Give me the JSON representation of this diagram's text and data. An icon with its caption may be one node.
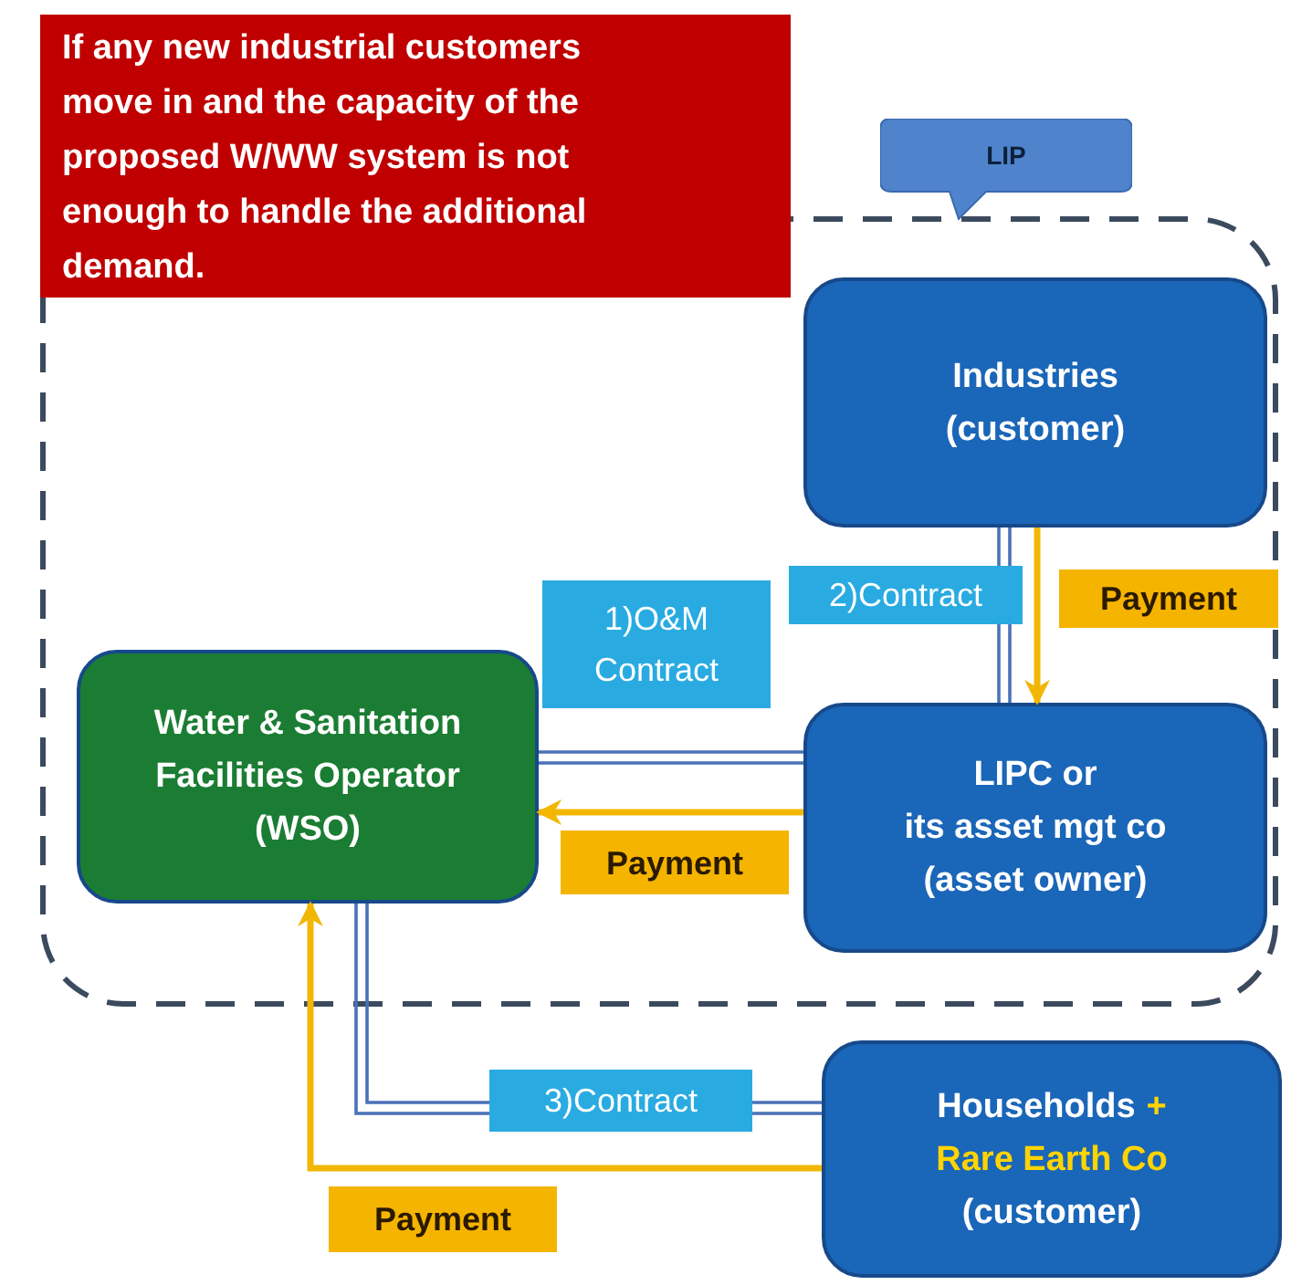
{
  "diagram": {
    "nodes": [
      {
        "text": [
          "If any new industrial customers move in and the capacity of the proposed W/WW system is not enough to handle the additional demand."
        ]
      },
      {
        "text": [
          "LIP"
        ]
      },
      {
        "text": [
          "Industries",
          "(customer)"
        ],
        "in": 1
      },
      {
        "text": [
          "Water & Sanitation Facilities Operator",
          "(WSO)"
        ],
        "in": 1
      },
      {
        "text": [
          "LIPC or",
          "its asset mgt co",
          "(asset owner)"
        ],
        "in": 1
      },
      {
        "text": [
          "Households",
          "+",
          "Rare Earth Co",
          "(customer)"
        ]
      }
    ],
    "edges": [
      {
        "from": 2,
        "to": 4,
        "arrow": "none",
        "label": "2)Contract"
      },
      {
        "from": 2,
        "to": 4,
        "arrow": "to",
        "label": "Payment",
        "color": "#f2b705",
        "style": "thick"
      },
      {
        "from": 3,
        "to": 4,
        "arrow": "none",
        "label": "1)O&M Contract"
      },
      {
        "from": 4,
        "to": 3,
        "arrow": "to",
        "label": "Payment",
        "color": "#f2b705",
        "style": "thick"
      },
      {
        "from": 3,
        "to": 5,
        "arrow": "none",
        "label": "3)Contract"
      },
      {
        "from": 5,
        "to": 3,
        "arrow": "to",
        "label": "Payment",
        "color": "#f2b705",
        "style": "thick"
      }
    ]
  }
}
